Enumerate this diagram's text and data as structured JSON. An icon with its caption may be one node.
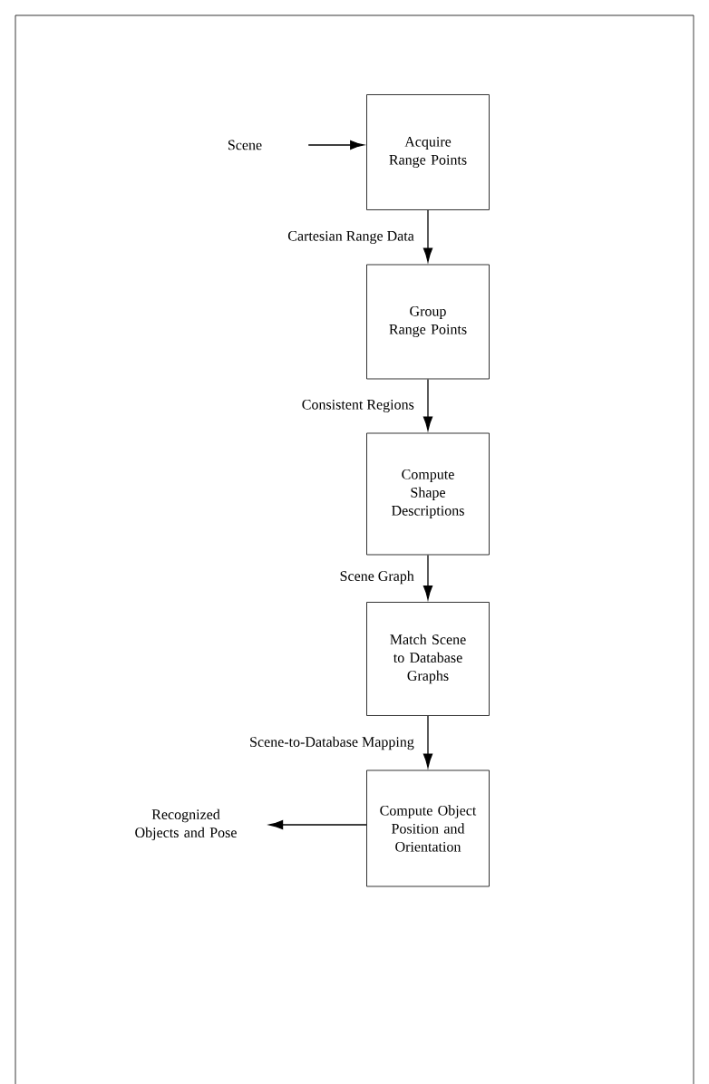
{
  "diagram": {
    "nodes": [
      {
        "text": [
          "Scene"
        ]
      },
      {
        "text": [
          "Acquire Range Points"
        ]
      },
      {
        "text": [
          "Group Range Points"
        ]
      },
      {
        "text": [
          "Compute Shape Descriptions"
        ]
      },
      {
        "text": [
          "Match Scene to Database Graphs"
        ]
      },
      {
        "text": [
          "Compute Object Position and Orientation"
        ]
      },
      {
        "text": [
          "Recognized Objects and Pose"
        ]
      }
    ],
    "edges": [
      {
        "from": 0,
        "to": 1,
        "arrow": "to"
      },
      {
        "from": 1,
        "to": 2,
        "arrow": "to",
        "label": "Cartesian Range Data"
      },
      {
        "from": 2,
        "to": 3,
        "arrow": "to",
        "label": "Consistent Regions"
      },
      {
        "from": 3,
        "to": 4,
        "arrow": "to",
        "label": "Scene Graph"
      },
      {
        "from": 4,
        "to": 5,
        "arrow": "to",
        "label": "Scene-to-Database Mapping"
      },
      {
        "from": 5,
        "to": 6,
        "arrow": "to"
      }
    ]
  }
}
